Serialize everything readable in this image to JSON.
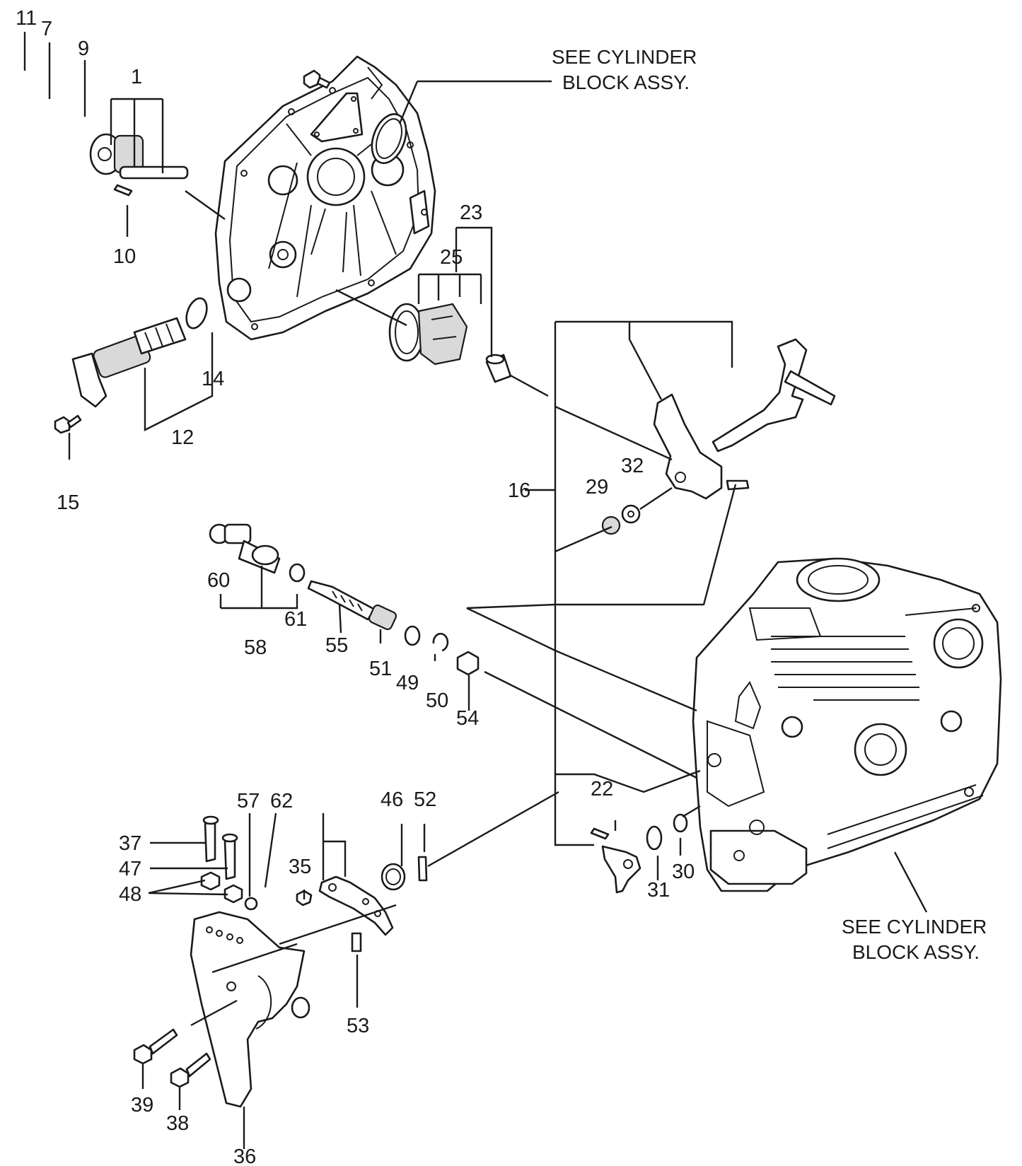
{
  "notes": {
    "cylinder_block_top": [
      "SEE CYLINDER",
      "BLOCK ASSY."
    ],
    "cylinder_block_bottom": [
      "SEE CYLINDER",
      "BLOCK ASSY."
    ]
  },
  "callouts": {
    "p1": "1",
    "p7": "7",
    "p9": "9",
    "p10": "10",
    "p11": "11",
    "p12": "12",
    "p14": "14",
    "p15": "15",
    "p16": "16",
    "p22": "22",
    "p23": "23",
    "p25": "25",
    "p29": "29",
    "p30": "30",
    "p31": "31",
    "p32": "32",
    "p35": "35",
    "p36": "36",
    "p37": "37",
    "p38": "38",
    "p39": "39",
    "p46": "46",
    "p47": "47",
    "p48": "48",
    "p49": "49",
    "p50": "50",
    "p51": "51",
    "p52": "52",
    "p53": "53",
    "p54": "54",
    "p55": "55",
    "p57": "57",
    "p58": "58",
    "p60": "60",
    "p61": "61",
    "p62": "62"
  },
  "icons": {
    "crankcase_cover": "crankcase-cover-drawing",
    "cylinder_block": "cylinder-block-drawing"
  }
}
